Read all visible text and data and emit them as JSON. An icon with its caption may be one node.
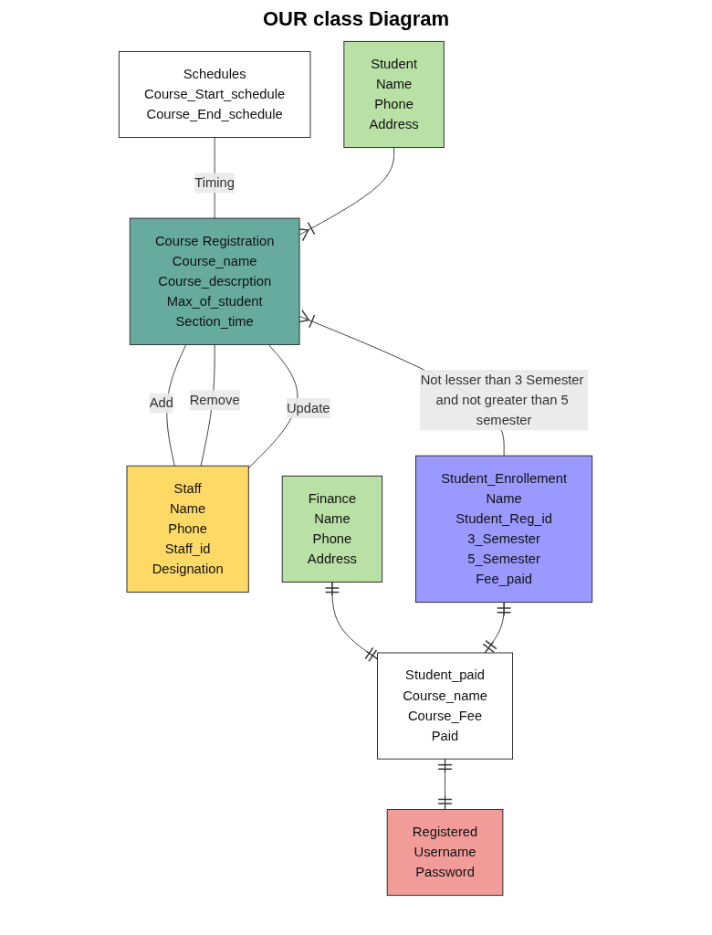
{
  "diagram": {
    "title": "OUR class Diagram",
    "nodes": [
      {
        "text": [
          "Schedules",
          "Course_Start_schedule",
          "Course_End_schedule"
        ]
      },
      {
        "text": [
          "Student",
          "Name",
          "Phone",
          "Address"
        ]
      },
      {
        "text": [
          "Course Registration",
          "Course_name",
          "Course_descrption",
          "Max_of_student",
          "Section_time"
        ]
      },
      {
        "text": [
          "Staff",
          "Name",
          "Phone",
          "Staff_id",
          "Designation"
        ]
      },
      {
        "text": [
          "Finance",
          "Name",
          "Phone",
          "Address"
        ]
      },
      {
        "text": [
          "Student_Enrollement",
          "Name",
          "Student_Reg_id",
          "3_Semester",
          "5_Semester",
          "Fee_paid"
        ]
      },
      {
        "text": [
          "Student_paid",
          "Course_name",
          "Course_Fee",
          "Paid"
        ]
      },
      {
        "text": [
          "Registered",
          "Username",
          "Password"
        ]
      }
    ],
    "edges": [
      {
        "from": 0,
        "to": 2,
        "arrow": "none",
        "label": "Timing"
      },
      {
        "from": 1,
        "to": 2,
        "arrow": "other"
      },
      {
        "from": 2,
        "to": 3,
        "arrow": "none",
        "label": "Add"
      },
      {
        "from": 2,
        "to": 3,
        "arrow": "none",
        "label": "Remove"
      },
      {
        "from": 2,
        "to": 3,
        "arrow": "none",
        "label": "Update"
      },
      {
        "from": 2,
        "to": 5,
        "arrow": "other",
        "label": "Not lesser than 3 Semester and not greater than 5 semester"
      },
      {
        "from": 4,
        "to": 6,
        "arrow": "other"
      },
      {
        "from": 5,
        "to": 6,
        "arrow": "other"
      },
      {
        "from": 6,
        "to": 7,
        "arrow": "other"
      }
    ]
  }
}
